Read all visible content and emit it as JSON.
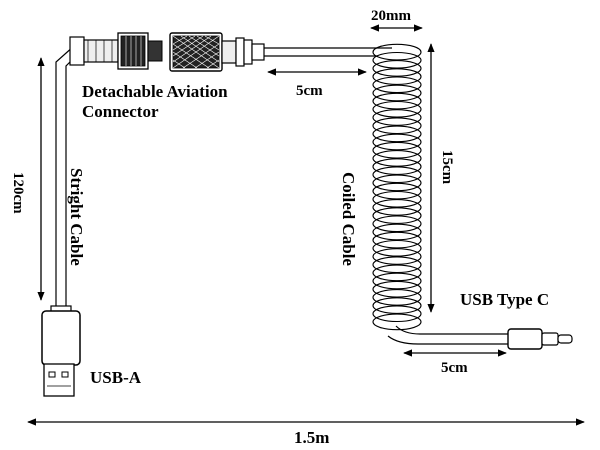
{
  "labels": {
    "connector_line1": "Detachable Aviation",
    "connector_line2": "Connector",
    "dim_connector_to_coil": "5cm",
    "dim_coil_diameter": "20mm",
    "dim_coil_length": "15cm",
    "coiled_cable": "Coiled Cable",
    "usb_c": "USB Type C",
    "dim_usbc_lead": "5cm",
    "straight_length": "120cm",
    "straight_cable": "Stright Cable",
    "usb_a": "USB-A",
    "total_length": "1.5m"
  },
  "colors": {
    "stroke": "#000000",
    "background": "#ffffff",
    "knurl_dark": "#222222",
    "metal": "#eeeeee"
  }
}
